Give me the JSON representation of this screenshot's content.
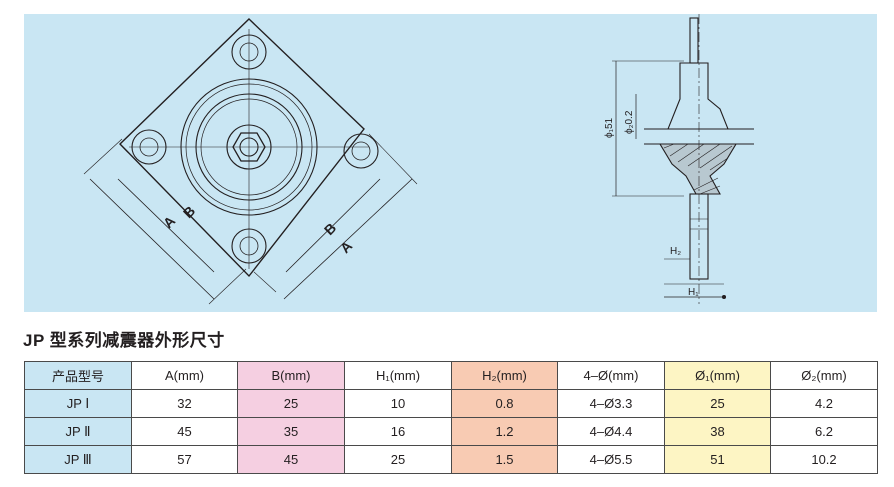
{
  "drawing": {
    "dimension_A": "A",
    "dimension_B": "B",
    "dim_phi1": "ϕ₁51",
    "dim_phi2": "ϕ₂0.2",
    "dim_H2": "H₂",
    "dim_H1": "H₁"
  },
  "caption": "JP 型系列减震器外形尺寸",
  "table": {
    "headers": [
      "产品型号",
      "A(mm)",
      "B(mm)",
      "H₁(mm)",
      "H₂(mm)",
      "4–Ø(mm)",
      "Ø₁(mm)",
      "Ø₂(mm)"
    ],
    "rows": [
      [
        "JP Ⅰ",
        "32",
        "25",
        "10",
        "0.8",
        "4–Ø3.3",
        "25",
        "4.2"
      ],
      [
        "JP Ⅱ",
        "45",
        "35",
        "16",
        "1.2",
        "4–Ø4.4",
        "38",
        "6.2"
      ],
      [
        "JP Ⅲ",
        "57",
        "45",
        "25",
        "1.5",
        "4–Ø5.5",
        "51",
        "10.2"
      ]
    ]
  },
  "colors": {
    "panel": "#c9e6f3",
    "pink": "#f5cfe1",
    "salmon": "#f8cbb3",
    "yellow": "#fdf5c4"
  }
}
